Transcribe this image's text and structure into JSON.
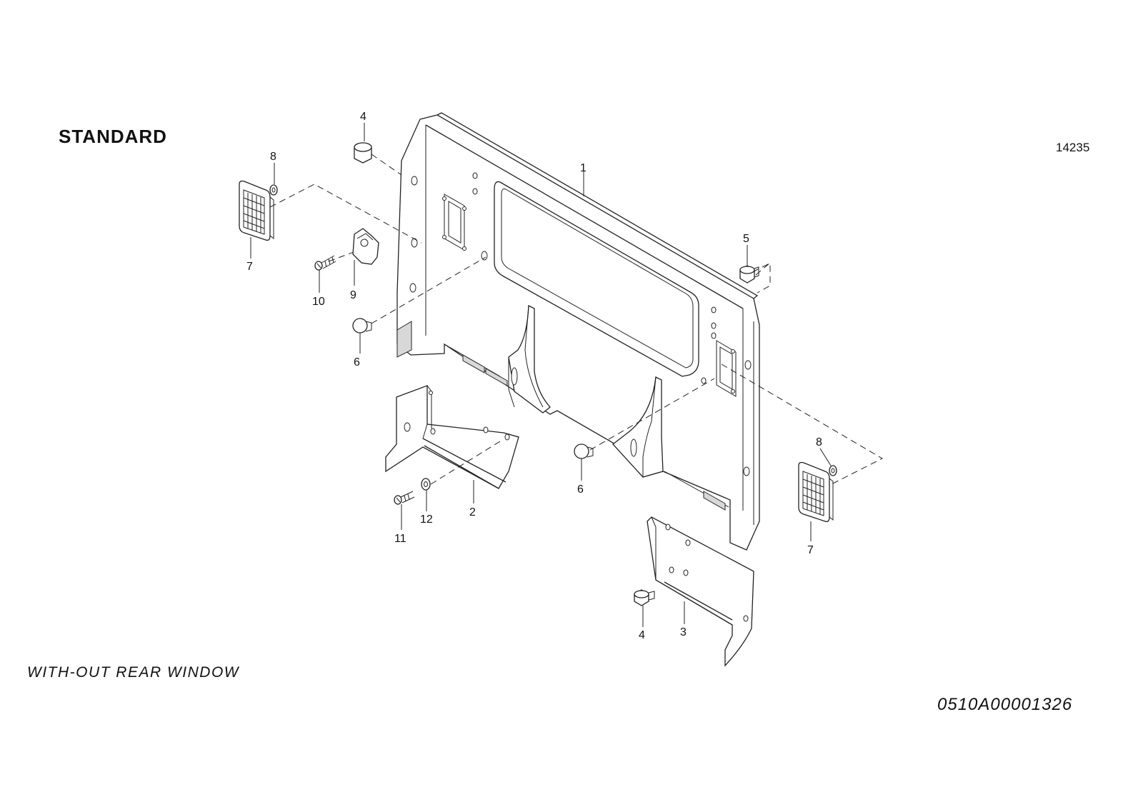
{
  "header": {
    "title": "STANDARD",
    "figure_number": "14235"
  },
  "footer": {
    "caption": "WITH-OUT REAR WINDOW",
    "document_id": "0510A00001326"
  },
  "callouts": {
    "c1": "1",
    "c2": "2",
    "c3": "3",
    "c4a": "4",
    "c4b": "4",
    "c5": "5",
    "c6a": "6",
    "c6b": "6",
    "c7a": "7",
    "c7b": "7",
    "c8a": "8",
    "c8b": "8",
    "c9": "9",
    "c10": "10",
    "c11": "11",
    "c12": "12"
  }
}
